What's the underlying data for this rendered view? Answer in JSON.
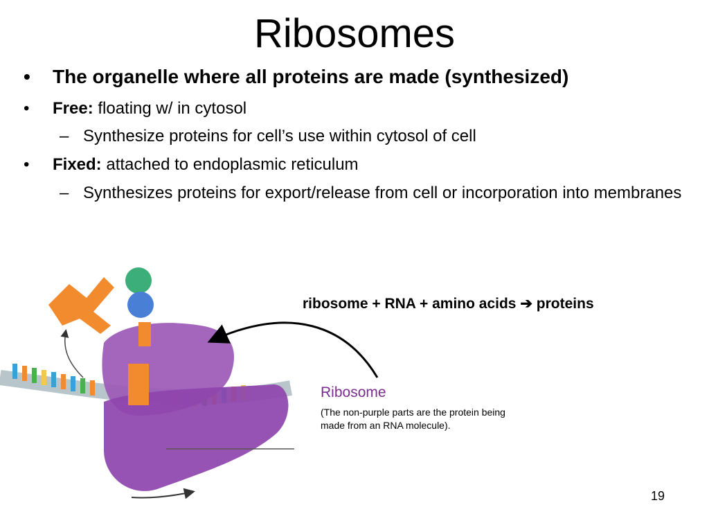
{
  "slide": {
    "title": "Ribosomes",
    "bullets": [
      {
        "text": "The organelle where all proteins are made (synthesized)"
      },
      {
        "label": "Free:",
        "text": " floating w/ in cytosol"
      },
      {
        "label": "Fixed:",
        "text": " attached to endoplasmic reticulum"
      }
    ],
    "sub_bullets": [
      "Synthesize proteins for cell’s use within cytosol of cell",
      "Synthesizes proteins for export/release from cell or incorporation into membranes"
    ],
    "equation": {
      "left": "ribosome + RNA + amino acids",
      "arrow": "➔",
      "right": "proteins"
    },
    "caption": {
      "title": "Ribosome",
      "body": "(The non-purple parts are the protein being made from an RNA molecule)."
    },
    "page_number": "19",
    "colors": {
      "ribosome": "#9b59b6",
      "protein": "#f28a2e",
      "caption_title": "#7a2d8f"
    }
  }
}
